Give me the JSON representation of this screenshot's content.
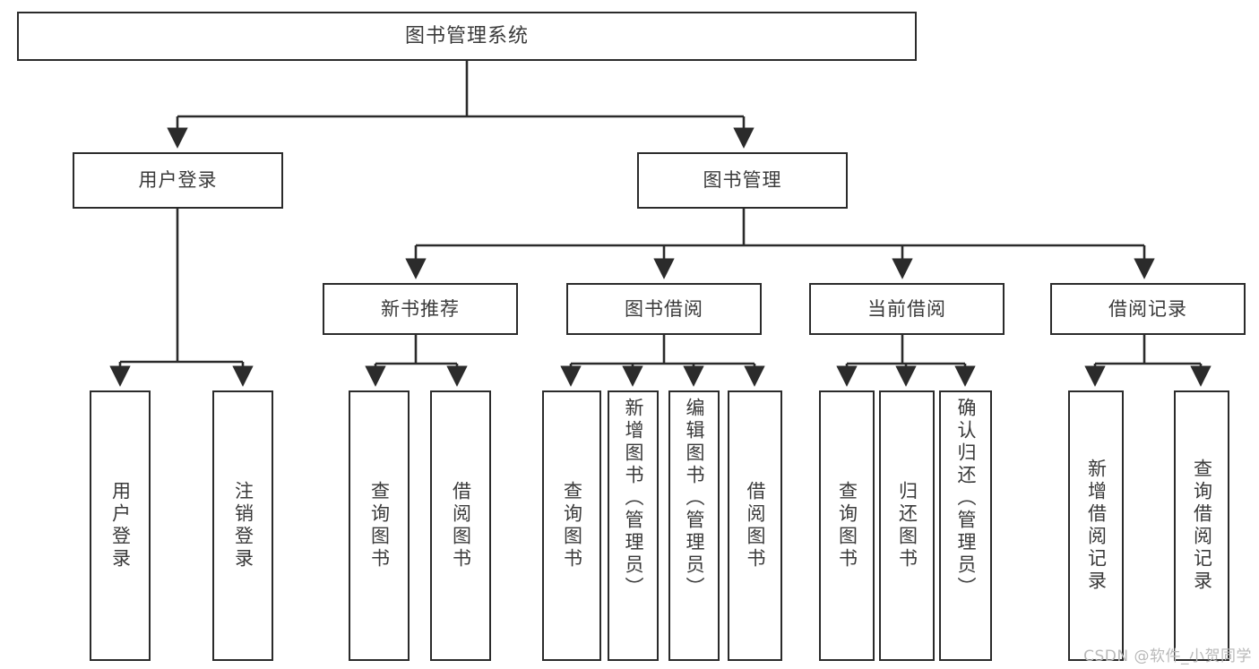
{
  "diagram": {
    "title": "图书管理系统",
    "type": "tree",
    "watermark": "CSDN @软件_小贺同学",
    "colors": {
      "box_border": "#2b2b2b",
      "box_fill": "#ffffff",
      "edge": "#2b2b2b",
      "text": "#3a3a3a",
      "watermark": "#b9b9b9"
    },
    "levels": {
      "root": "图书管理系统",
      "level2": [
        "用户登录",
        "图书管理"
      ],
      "level3": [
        "新书推荐",
        "图书借阅",
        "当前借阅",
        "借阅记录"
      ]
    },
    "nodes": {
      "root": {
        "label": "图书管理系统"
      },
      "user_login": {
        "label": "用户登录"
      },
      "book_manage": {
        "label": "图书管理"
      },
      "new_book_rec": {
        "label": "新书推荐"
      },
      "book_borrow": {
        "label": "图书借阅"
      },
      "current_borrow": {
        "label": "当前借阅"
      },
      "borrow_record": {
        "label": "借阅记录"
      },
      "leaf_user_login": {
        "label": "用户登录"
      },
      "leaf_user_logout": {
        "label": "注销登录"
      },
      "leaf_query_book_a": {
        "label": "查询图书"
      },
      "leaf_borrow_book_a": {
        "label": "借阅图书"
      },
      "leaf_query_book_b": {
        "label": "查询图书"
      },
      "leaf_add_book": {
        "label": "新增图书（管理员）"
      },
      "leaf_edit_book": {
        "label": "编辑图书（管理员）"
      },
      "leaf_borrow_book_b": {
        "label": "借阅图书"
      },
      "leaf_query_book_c": {
        "label": "查询图书"
      },
      "leaf_return_book": {
        "label": "归还图书"
      },
      "leaf_confirm_return": {
        "label": "确认归还（管理员）"
      },
      "leaf_add_record": {
        "label": "新增借阅记录"
      },
      "leaf_query_record": {
        "label": "查询借阅记录"
      }
    },
    "edges": [
      {
        "from": "root",
        "to": "user_login"
      },
      {
        "from": "root",
        "to": "book_manage"
      },
      {
        "from": "user_login",
        "to": "leaf_user_login"
      },
      {
        "from": "user_login",
        "to": "leaf_user_logout"
      },
      {
        "from": "book_manage",
        "to": "new_book_rec"
      },
      {
        "from": "book_manage",
        "to": "book_borrow"
      },
      {
        "from": "book_manage",
        "to": "current_borrow"
      },
      {
        "from": "book_manage",
        "to": "borrow_record"
      },
      {
        "from": "new_book_rec",
        "to": "leaf_query_book_a"
      },
      {
        "from": "new_book_rec",
        "to": "leaf_borrow_book_a"
      },
      {
        "from": "book_borrow",
        "to": "leaf_query_book_b"
      },
      {
        "from": "book_borrow",
        "to": "leaf_add_book"
      },
      {
        "from": "book_borrow",
        "to": "leaf_edit_book"
      },
      {
        "from": "book_borrow",
        "to": "leaf_borrow_book_b"
      },
      {
        "from": "current_borrow",
        "to": "leaf_query_book_c"
      },
      {
        "from": "current_borrow",
        "to": "leaf_return_book"
      },
      {
        "from": "current_borrow",
        "to": "leaf_confirm_return"
      },
      {
        "from": "borrow_record",
        "to": "leaf_add_record"
      },
      {
        "from": "borrow_record",
        "to": "leaf_query_record"
      }
    ]
  }
}
